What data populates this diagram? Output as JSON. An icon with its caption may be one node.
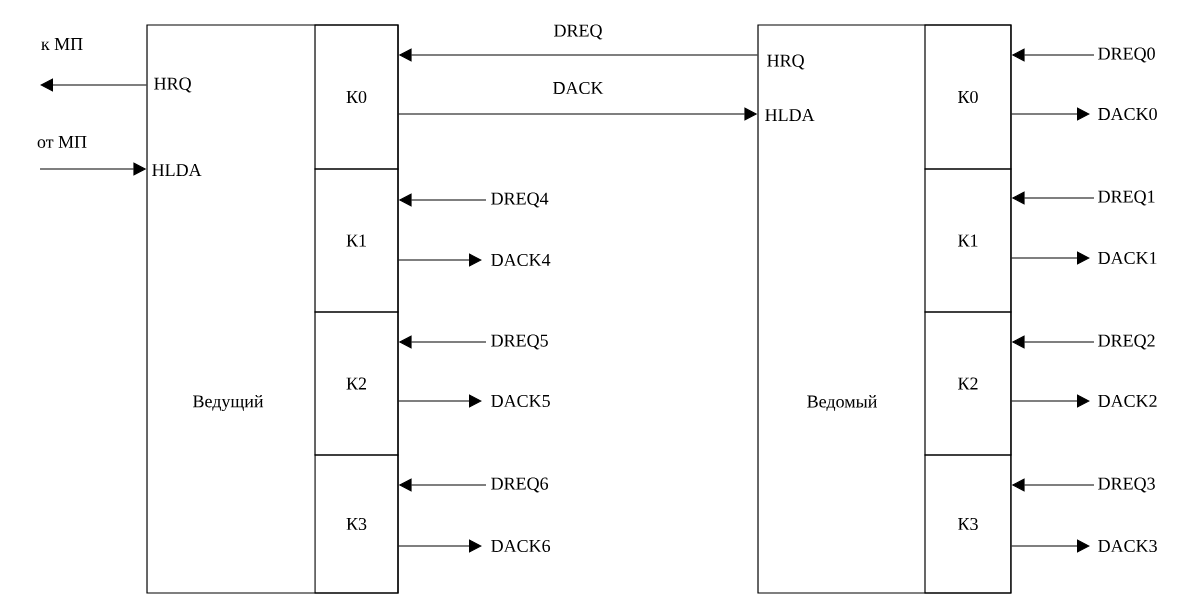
{
  "diagram": {
    "nodes": [
      {
        "text": [
          "HRQ",
          "HLDA",
          "Ведущий"
        ]
      },
      {
        "text": [
          "К0"
        ],
        "in": 0
      },
      {
        "text": [
          "К1"
        ],
        "in": 0
      },
      {
        "text": [
          "К2"
        ],
        "in": 0
      },
      {
        "text": [
          "К3"
        ],
        "in": 0
      },
      {
        "text": [
          "HRQ",
          "HLDA",
          "Ведомый"
        ]
      },
      {
        "text": [
          "К0"
        ],
        "in": 5
      },
      {
        "text": [
          "К1"
        ],
        "in": 5
      },
      {
        "text": [
          "К2"
        ],
        "in": 5
      },
      {
        "text": [
          "К3"
        ],
        "in": 5
      }
    ],
    "edges": [
      {
        "from": 0,
        "to": null,
        "arrow": "to",
        "label": "к МП"
      },
      {
        "from": null,
        "to": 0,
        "arrow": "to",
        "label": "от МП"
      },
      {
        "from": 5,
        "to": 1,
        "arrow": "to",
        "label": "DREQ"
      },
      {
        "from": 1,
        "to": 5,
        "arrow": "to",
        "label": "DACK"
      },
      {
        "from": null,
        "to": 2,
        "arrow": "to",
        "label": "DREQ4"
      },
      {
        "from": 2,
        "to": null,
        "arrow": "to",
        "label": "DACK4"
      },
      {
        "from": null,
        "to": 3,
        "arrow": "to",
        "label": "DREQ5"
      },
      {
        "from": 3,
        "to": null,
        "arrow": "to",
        "label": "DACK5"
      },
      {
        "from": null,
        "to": 4,
        "arrow": "to",
        "label": "DREQ6"
      },
      {
        "from": 4,
        "to": null,
        "arrow": "to",
        "label": "DACK6"
      },
      {
        "from": null,
        "to": 6,
        "arrow": "to",
        "label": "DREQ0"
      },
      {
        "from": 6,
        "to": null,
        "arrow": "to",
        "label": "DACK0"
      },
      {
        "from": null,
        "to": 7,
        "arrow": "to",
        "label": "DREQ1"
      },
      {
        "from": 7,
        "to": null,
        "arrow": "to",
        "label": "DACK1"
      },
      {
        "from": null,
        "to": 8,
        "arrow": "to",
        "label": "DREQ2"
      },
      {
        "from": 8,
        "to": null,
        "arrow": "to",
        "label": "DACK2"
      },
      {
        "from": null,
        "to": 9,
        "arrow": "to",
        "label": "DREQ3"
      },
      {
        "from": 9,
        "to": null,
        "arrow": "to",
        "label": "DACK3"
      }
    ]
  }
}
